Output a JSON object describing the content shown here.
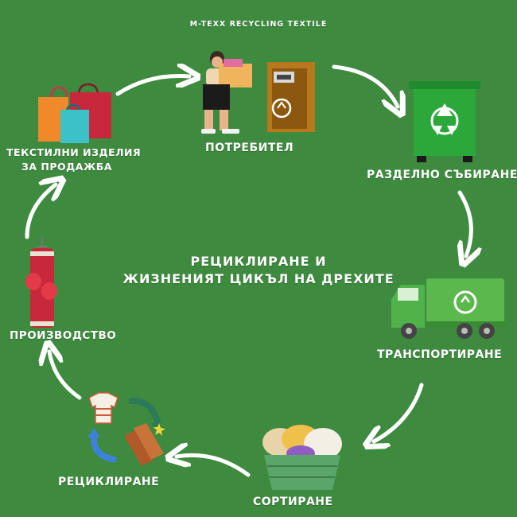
{
  "brand": "M-TEXX RECYCLING TEXTILE",
  "center_title": {
    "line1": "РЕЦИКЛИРАНЕ И",
    "line2": "ЖИЗНЕНИЯТ ЦИКЪЛ НА ДРЕХИТЕ"
  },
  "steps": {
    "consumer": "ПОТРЕБИТЕЛ",
    "separate_collection": "РАЗДЕЛНО СЪБИРАНЕ",
    "transport": "ТРАНСПОРТИРАНЕ",
    "sorting": "СОРТИРАНЕ",
    "recycling": "РЕЦИКЛИРАНЕ",
    "production": "ПРОИЗВОДСТВО",
    "textile_line1": "ТЕКСТИЛНИ ИЗДЕЛИЯ",
    "textile_line2": "ЗА ПРОДАЖБА"
  },
  "colors": {
    "background": "#3e8a3f",
    "text": "#ffffff",
    "arrow": "#ffffff",
    "bin_green": "#2ca83b",
    "truck_green": "#4fb34a"
  },
  "icons": [
    "shopping-bags-icon",
    "person-carrying-box-icon",
    "donation-container-icon",
    "recycling-bin-icon",
    "garbage-truck-icon",
    "laundry-basket-icon",
    "clothes-recycling-icon",
    "punching-bag-icon"
  ]
}
